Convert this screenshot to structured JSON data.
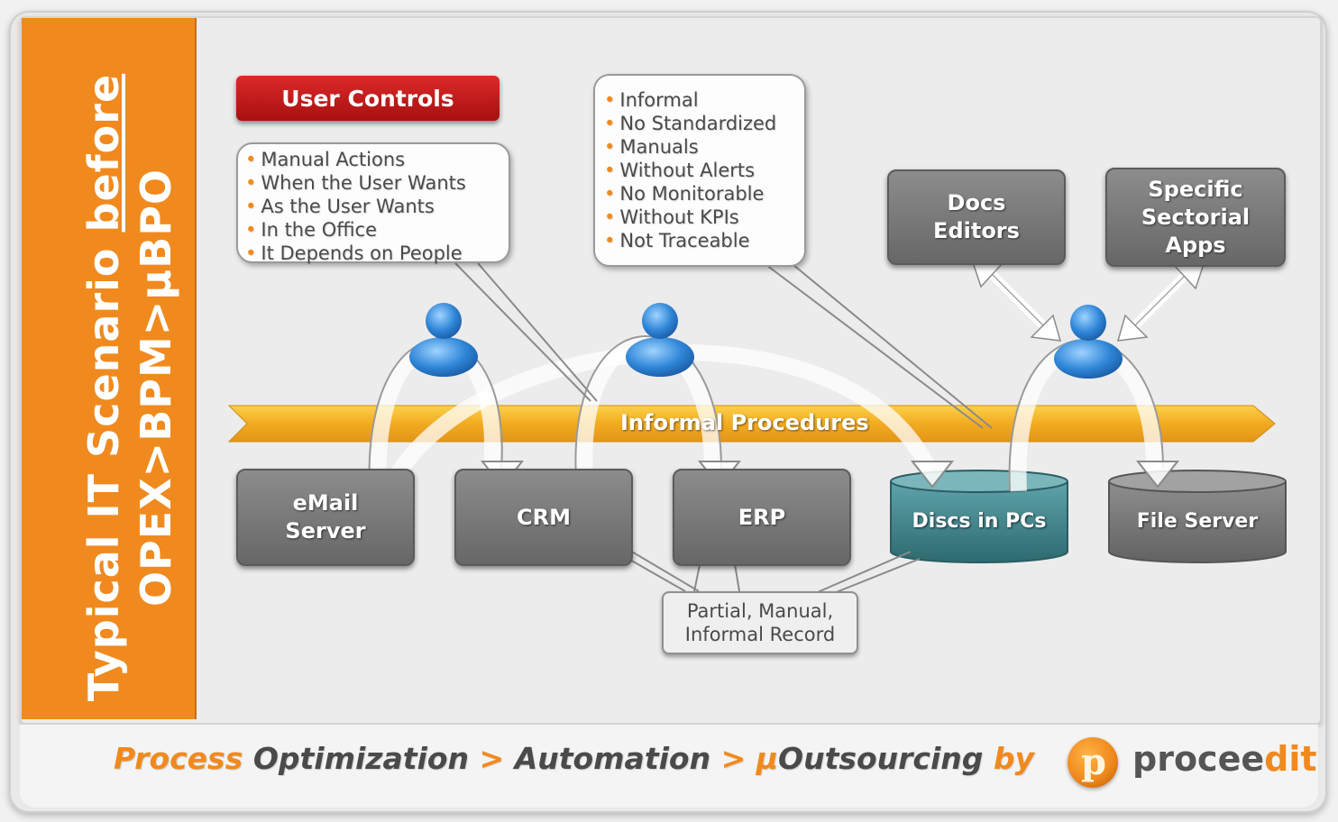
{
  "side_title": {
    "line1_prefix": "Typical IT Scenario ",
    "line1_emphasis": "before",
    "line2": "OPEX>BPM>µBPO"
  },
  "user_controls_label": "User Controls",
  "user_controls_items": [
    "Manual Actions",
    "When the User Wants",
    "As the User Wants",
    "In the Office",
    "It Depends on People"
  ],
  "informal_items": [
    "Informal",
    "No Standardized",
    "Manuals",
    "Without Alerts",
    "No Monitorable",
    "Without KPIs",
    "Not Traceable"
  ],
  "top_boxes": {
    "docs": "Docs\nEditors",
    "apps": "Specific\nSectorial\nApps"
  },
  "procedures_label": "Informal Procedures",
  "systems": {
    "email": "eMail\nServer",
    "crm": "CRM",
    "erp": "ERP",
    "discs": "Discs in PCs",
    "file_server": "File Server"
  },
  "record_label": "Partial, Manual,\nInformal Record",
  "footer": {
    "w1": "Process",
    "w2": "Optimization",
    "sep1": ">",
    "w3": "Automation",
    "sep2": ">",
    "w4_mu": "µ",
    "w4_rest": "Outsourcing",
    "w5": "by"
  },
  "logo": {
    "glyph": "p",
    "text_main": "procee",
    "text_accent": "dit"
  },
  "colors": {
    "orange": "#f08a1e",
    "red": "#c41b1b",
    "gray_box": "#7a7a7a",
    "teal_cylinder": "#3f7f86",
    "band_yellow": "#f2ab22",
    "user_blue": "#2f86d8"
  }
}
